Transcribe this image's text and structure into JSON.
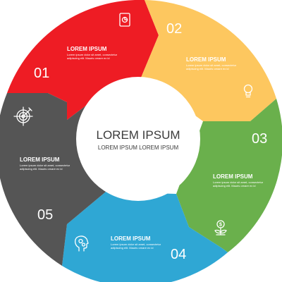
{
  "center": {
    "title": "LOREM IPSUM",
    "subtitle": "LOREM IPSUM LOREM IPSUM"
  },
  "segments": [
    {
      "number": "01",
      "title": "LOREM IPSUM",
      "text_line1": "Lorem ipsum dolor sit amet, consectetur",
      "text_line2": "adipiscing elit. Mauris ornare ex id",
      "color": "#ee1c24",
      "icon": "tablet-chart-icon"
    },
    {
      "number": "02",
      "title": "LOREM IPSUM",
      "text_line1": "Lorem ipsum dolor sit amet, consectetur",
      "text_line2": "adipiscing elit. Mauris ornare ex id",
      "color": "#fdc75f",
      "icon": "lightbulb-icon"
    },
    {
      "number": "03",
      "title": "LOREM IPSUM",
      "text_line1": "Lorem ipsum dolor sit amet, consectetur",
      "text_line2": "adipiscing elit. Mauris ornare ex id",
      "color": "#6ab04c",
      "icon": "money-plant-icon"
    },
    {
      "number": "04",
      "title": "LOREM IPSUM",
      "text_line1": "Lorem ipsum dolor sit amet, consectetur",
      "text_line2": "adipiscing elit. Mauris ornare ex id",
      "color": "#2fa7d4",
      "icon": "head-gears-icon"
    },
    {
      "number": "05",
      "title": "LOREM IPSUM",
      "text_line1": "Lorem ipsum dolor sit amet, consectetur",
      "text_line2": "adipiscing elit. Mauris ornare ex id",
      "color": "#555555",
      "icon": "target-icon"
    }
  ]
}
